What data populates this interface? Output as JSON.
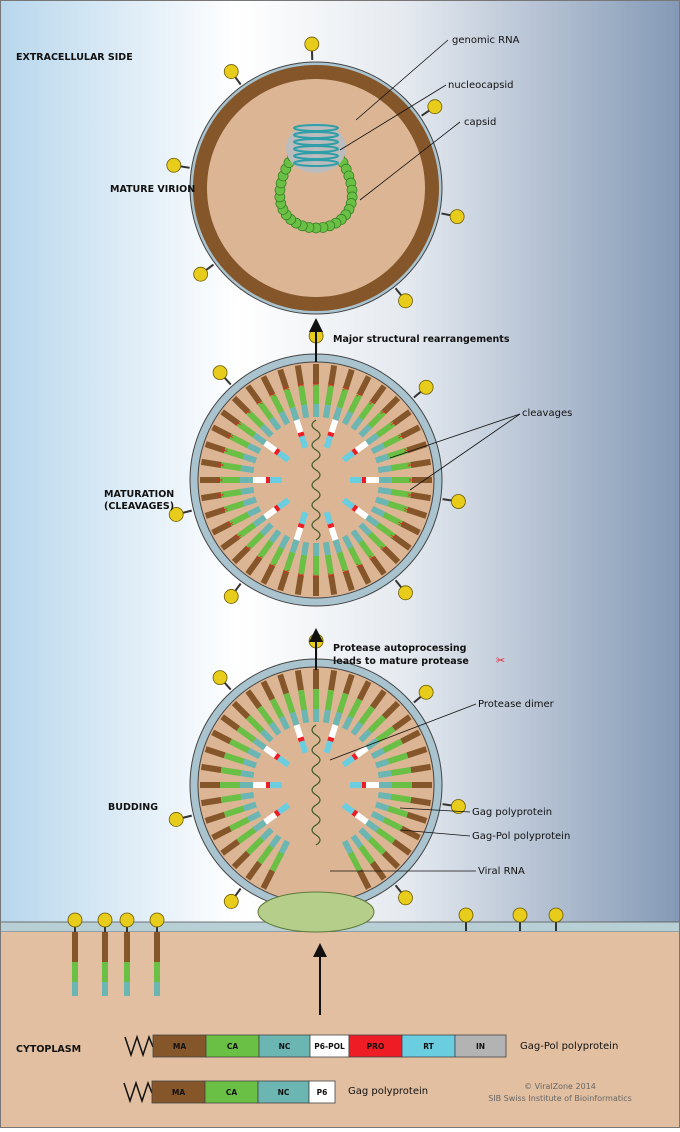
{
  "labels": {
    "extracellular": "EXTRACELLULAR SIDE",
    "cytoplasm": "CYTOPLASM",
    "mature_virion": "MATURE VIRION",
    "maturation_1": "MATURATION",
    "maturation_2": "(CLEAVAGES)",
    "budding": "BUDDING",
    "genomic_rna": "genomic RNA",
    "nucleocapsid": "nucleocapsid",
    "capsid": "capsid",
    "major_rearrangements": "Major structural rearrangements",
    "cleavages": "cleavages",
    "protease_1": "Protease autoprocessing",
    "protease_2": "leads to mature protease",
    "protease_dimer": "Protease dimer",
    "gag_polyprotein": "Gag polyprotein",
    "gagpol_polyprotein": "Gag-Pol polyprotein",
    "viral_rna": "Viral RNA"
  },
  "legend": {
    "gagpol": {
      "name": "Gag-Pol polyprotein",
      "segments": [
        {
          "label": "MA",
          "color": "#85562a"
        },
        {
          "label": "CA",
          "color": "#6abf45"
        },
        {
          "label": "NC",
          "color": "#6bb5b3"
        },
        {
          "label": "P6-POL",
          "color": "#ffffff"
        },
        {
          "label": "PRO",
          "color": "#ee1c25"
        },
        {
          "label": "RT",
          "color": "#6acde0"
        },
        {
          "label": "IN",
          "color": "#b3b3b3"
        }
      ]
    },
    "gag": {
      "name": "Gag polyprotein",
      "segments": [
        {
          "label": "MA",
          "color": "#85562a"
        },
        {
          "label": "CA",
          "color": "#6abf45"
        },
        {
          "label": "NC",
          "color": "#6bb5b3"
        },
        {
          "label": "P6",
          "color": "#ffffff"
        }
      ]
    }
  },
  "credit": {
    "line1": "© ViralZone 2014",
    "line2": "SIB Swiss Institute of Bioinformatics"
  },
  "colors": {
    "cytoplasm": "#e2bfa1",
    "envelope": "#a9c3cf",
    "matrix": "#85562a",
    "capsid": "#6abf45",
    "glycoprotein": "#e8cc1c",
    "cleavage": "#ee1c25"
  }
}
